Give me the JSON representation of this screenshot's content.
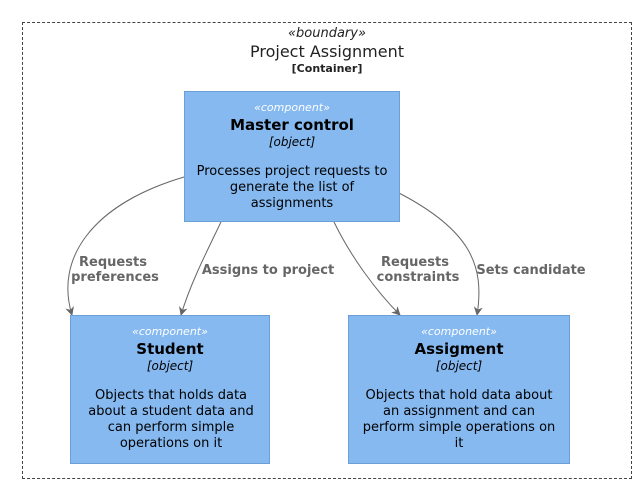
{
  "boundary": {
    "stereotype": "«boundary»",
    "title": "Project Assignment",
    "subtitle": "[Container]"
  },
  "components": {
    "master": {
      "stereotype": "«component»",
      "name": "Master control",
      "type": "[object]",
      "description": "Processes project requests to generate the list of assignments"
    },
    "student": {
      "stereotype": "«component»",
      "name": "Student",
      "type": "[object]",
      "description": "Objects that holds data about a student data and can perform simple operations on it"
    },
    "assignment": {
      "stereotype": "«component»",
      "name": "Assigment",
      "type": "[object]",
      "description": "Objects that hold data about an assignment and can perform simple operations on it"
    }
  },
  "edges": {
    "requests_preferences": [
      "Requests",
      "preferences"
    ],
    "assigns_to_project": "Assigns to project",
    "requests_constraints": [
      "Requests",
      "constraints"
    ],
    "sets_candidate": "Sets candidate"
  },
  "colors": {
    "component_fill": "#85b9f0",
    "component_border": "#6a9fd8",
    "edge": "#666666"
  }
}
